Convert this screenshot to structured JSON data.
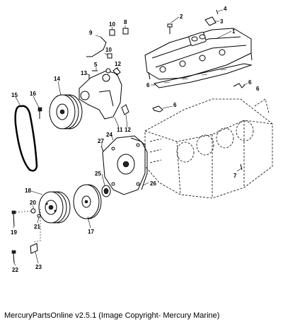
{
  "caption": "MercuryPartsOnline v2.5.1 (Image Copyright- Mercury Marine)",
  "callouts": {
    "c1": "1",
    "c2": "2",
    "c3": "3",
    "c4": "4",
    "c5": "5",
    "c6a": "6",
    "c6b": "6",
    "c6c": "6",
    "c6d": "6",
    "c7": "7",
    "c8": "8",
    "c9": "9",
    "c10a": "10",
    "c10b": "10",
    "c11": "11",
    "c12a": "12",
    "c12b": "12",
    "c13": "13",
    "c14": "14",
    "c15": "15",
    "c16": "16",
    "c17": "17",
    "c18": "18",
    "c19": "19",
    "c20": "20",
    "c21": "21",
    "c22": "22",
    "c23": "23",
    "c24": "24",
    "c25": "25",
    "c26": "26",
    "c27": "27"
  }
}
